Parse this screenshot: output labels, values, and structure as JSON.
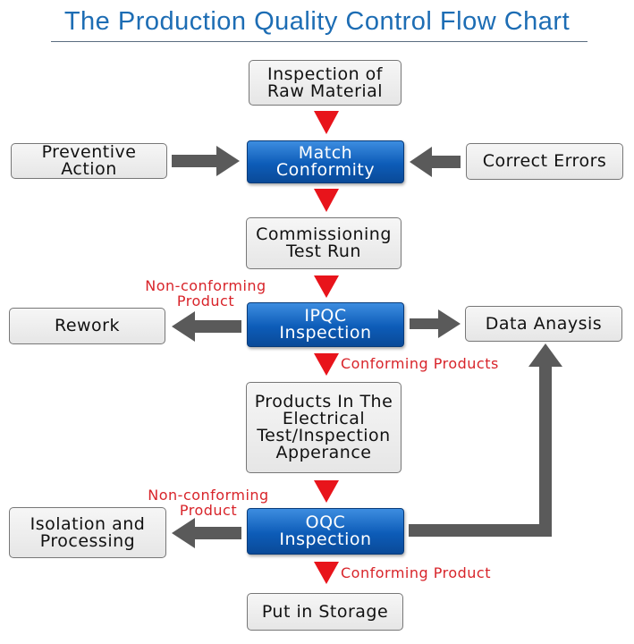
{
  "title": "The Production Quality Control Flow Chart",
  "nodes": {
    "raw": "Inspection of\nRaw Material",
    "match": "Match\nConformity",
    "preventive": "Preventive\nAction",
    "correct": "Correct Errors",
    "commissioning": "Commissioning\nTest Run",
    "ipqc": "IPQC\nInspection",
    "rework": "Rework",
    "data": "Data Anaysis",
    "electrical": "Products In The\nElectrical\nTest/Inspection\nApperance",
    "oqc": "OQC\nInspection",
    "isolation": "Isolation and\nProcessing",
    "storage": "Put in Storage"
  },
  "labels": {
    "nonconf1": "Non-conforming\nProduct",
    "conf1": "Conforming Products",
    "nonconf2": "Non-conforming\nProduct",
    "conf2": "Conforming Product"
  },
  "colors": {
    "accent": "#0d5cb8",
    "arrow_red": "#e8141b",
    "arrow_gray": "#5a5a5a",
    "label_red": "#d8242a"
  }
}
